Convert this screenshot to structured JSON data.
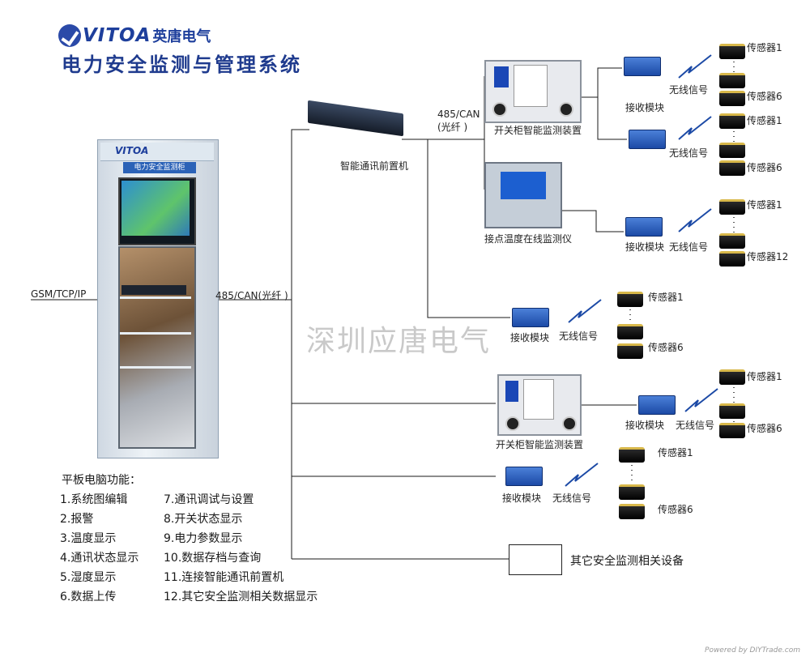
{
  "header": {
    "brand": "VITOA",
    "brand_cn": "英唐电气",
    "title": "电力安全监测与管理系统"
  },
  "cabinet": {
    "label": "电力安全监测柜",
    "screen_brand": "VITOA"
  },
  "links": {
    "gsm": "GSM/TCP/IP",
    "bus_main": "485/CAN(光纤 )",
    "bus_upper": "485/CAN",
    "bus_upper_sub": "(光纤 )"
  },
  "devices": {
    "front_end": "智能通讯前置机",
    "switch_monitor": "开关柜智能监测装置",
    "temp_monitor": "接点温度在线监测仪",
    "receiver": "接收模块",
    "wireless": "无线信号",
    "other": "其它安全监测相关设备"
  },
  "sensors": {
    "s1": "传感器1",
    "s6": "传感器6",
    "s12": "传感器12"
  },
  "watermark": "深圳应唐电气",
  "functions": {
    "title": "平板电脑功能：",
    "left": [
      "1.系统图编辑",
      "2.报警",
      "3.温度显示",
      "4.通讯状态显示",
      "5.湿度显示",
      "6.数据上传"
    ],
    "right": [
      "7.通讯调试与设置",
      "8.开关状态显示",
      "9.电力参数显示",
      "10.数据存档与查询",
      "11.连接智能通讯前置机",
      "12.其它安全监测相关数据显示"
    ]
  },
  "footer": "Powered by DIYTrade.com",
  "colors": {
    "brand": "#1e3f9c",
    "device_blue": "#1c4aa6",
    "line": "#1a1a1a"
  }
}
